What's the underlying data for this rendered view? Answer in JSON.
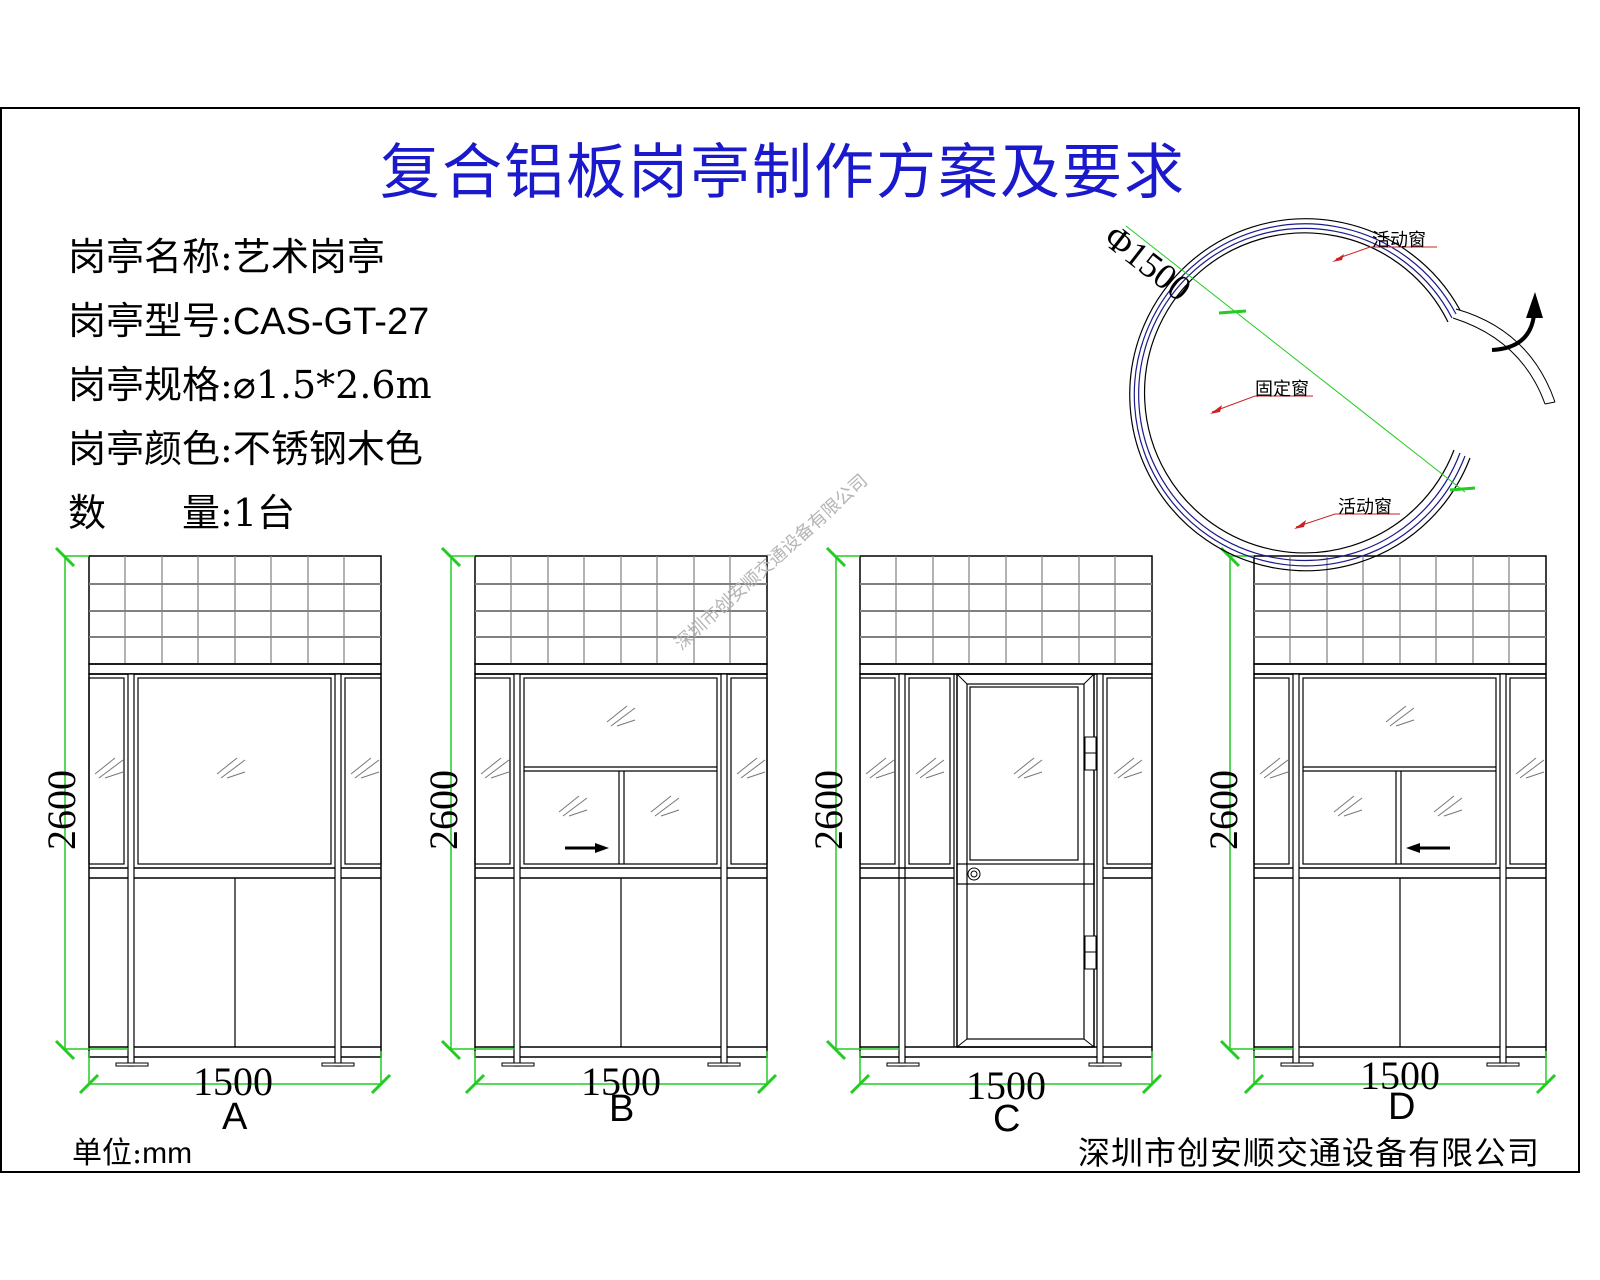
{
  "title": "复合铝板岗亭制作方案及要求",
  "specs": [
    {
      "label": "岗亭名称",
      "sep": ":",
      "value": "艺术岗亭"
    },
    {
      "label": "岗亭型号",
      "sep": ":",
      "value": "CAS-GT-27"
    },
    {
      "label": "岗亭规格",
      "sep": ":",
      "value": "⌀1.5*2.6m"
    },
    {
      "label": "岗亭颜色",
      "sep": ":",
      "value": "不锈钢木色"
    },
    {
      "label": "数　　量",
      "sep": ":",
      "value": "1台"
    }
  ],
  "plan_view": {
    "diameter_label": "Φ1500",
    "callouts": [
      "活动窗",
      "固定窗",
      "活动窗"
    ],
    "icon": "rotate-arrow-icon"
  },
  "elevations": [
    {
      "view": "A",
      "height_dim": "2600",
      "width_dim": "1500"
    },
    {
      "view": "B",
      "height_dim": "2600",
      "width_dim": "1500"
    },
    {
      "view": "C",
      "height_dim": "2600",
      "width_dim": "1500"
    },
    {
      "view": "D",
      "height_dim": "2600",
      "width_dim": "1500"
    }
  ],
  "unit_label": "单位:",
  "unit_value": "mm",
  "company": "深圳市创安顺交通设备有限公司",
  "watermark": "深圳市创安顺交通设备有限公司",
  "colors": {
    "title": "#1a1acc",
    "dimension_line": "#22cc22",
    "callout_leader": "#cc2222",
    "grid_line": "#808080",
    "plan_outline": "#1a1a88"
  }
}
